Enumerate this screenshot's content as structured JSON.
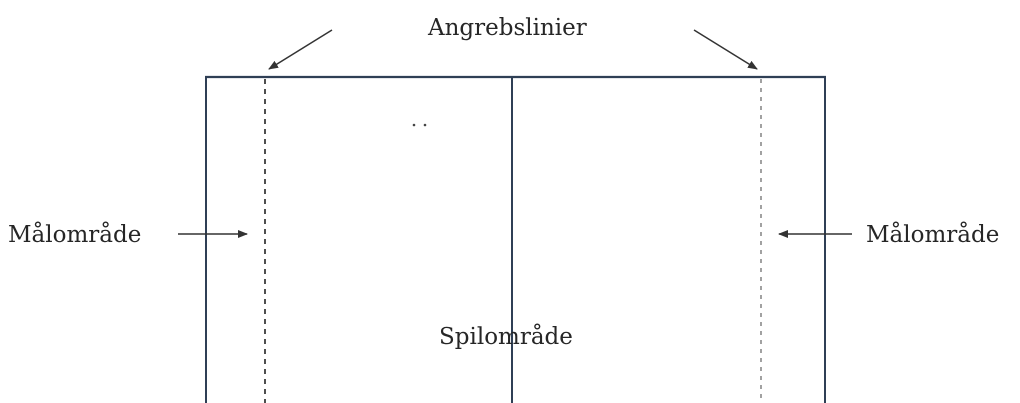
{
  "labels": {
    "attack_lines": "Angrebslinier",
    "goal_area_left": "Målområde",
    "goal_area_right": "Målområde",
    "play_area": "Spilområde"
  },
  "colors": {
    "field_line": "#2f3f55",
    "text": "#262626",
    "arrow": "#333333"
  }
}
